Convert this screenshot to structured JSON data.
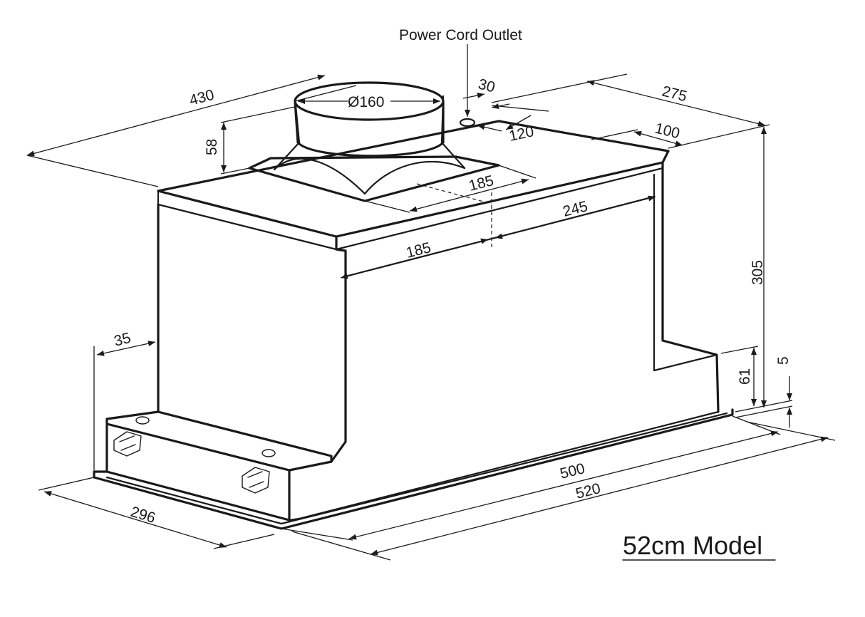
{
  "diagram": {
    "title": "52cm Model",
    "callout": "Power Cord Outlet",
    "dimensions": {
      "overall_depth": "430",
      "duct_diameter": "Ø160",
      "duct_height": "58",
      "outlet_offset_a": "30",
      "outlet_offset_b": "120",
      "side_depth": "275",
      "rear_offset": "100",
      "plate_width": "185",
      "top_left_width": "185",
      "top_right_width": "245",
      "total_height": "305",
      "front_lip": "35",
      "base_height": "61",
      "flange_thickness": "5",
      "inner_width": "500",
      "outer_width": "520",
      "base_depth": "296"
    }
  }
}
